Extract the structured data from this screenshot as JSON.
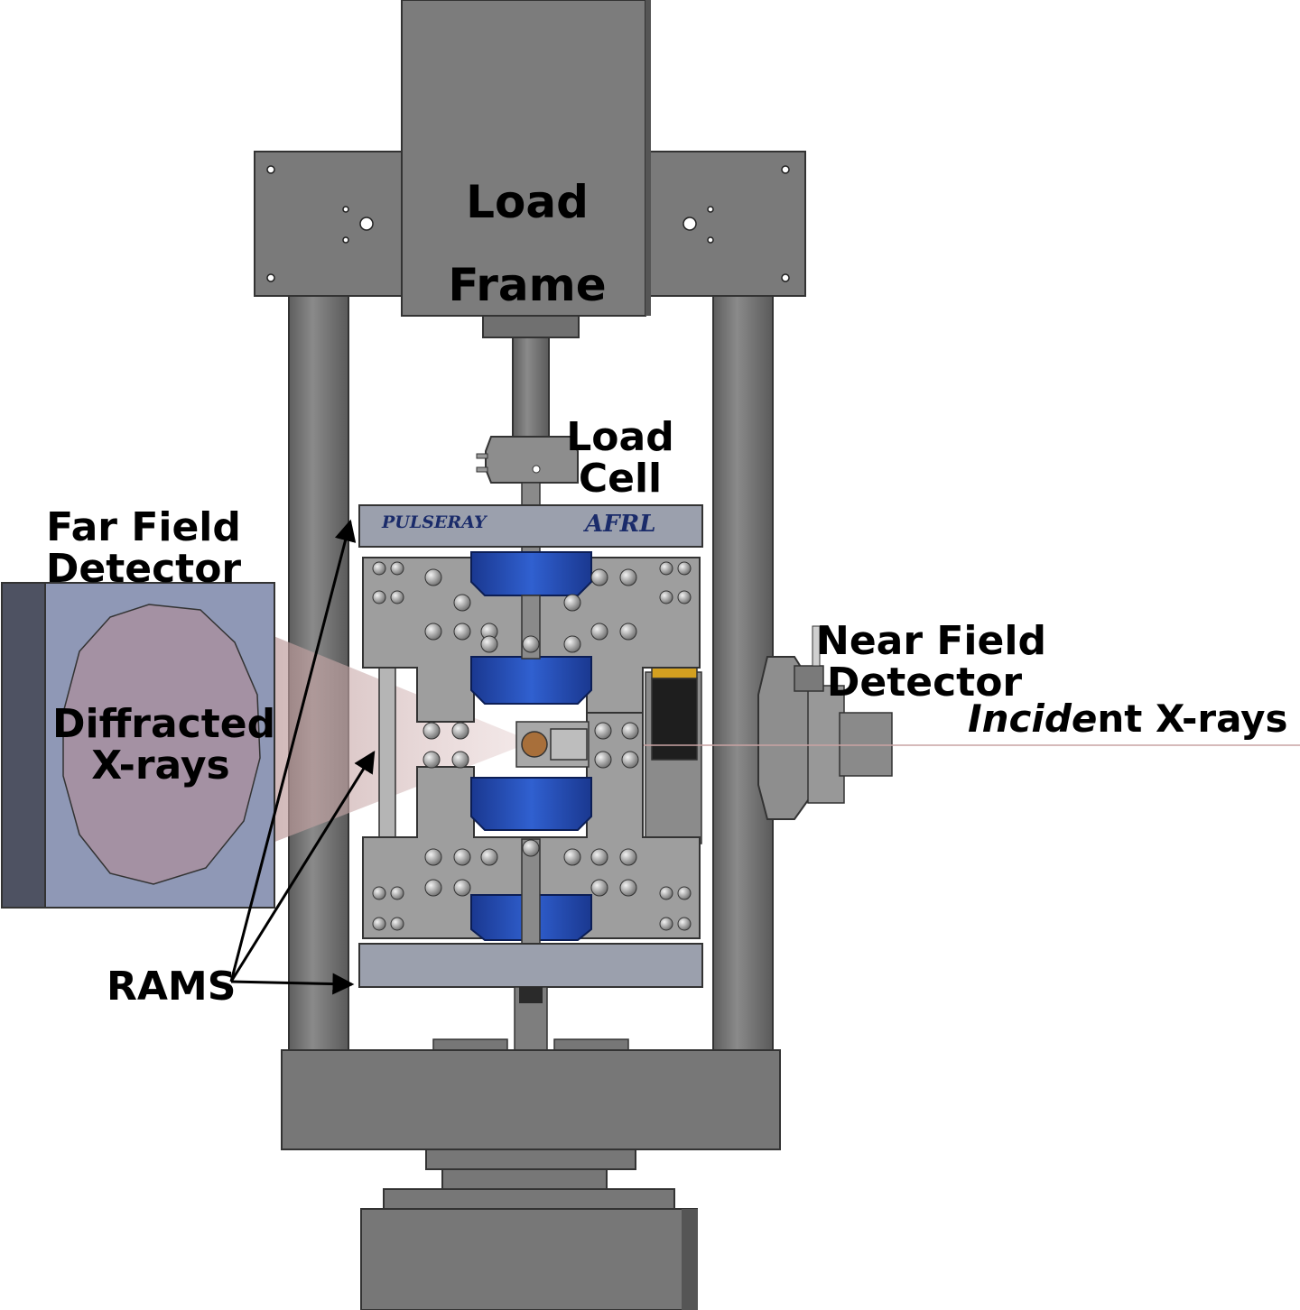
{
  "labels": {
    "load_frame_line1": "Load",
    "load_frame_line2": "Frame",
    "load_cell_line1": "Load",
    "load_cell_line2": "Cell",
    "far_field_line1": "Far Field",
    "far_field_line2": "Detector",
    "diffracted_line1": "Diffracted",
    "diffracted_line2": "X-rays",
    "near_field_line1": "Near Field",
    "near_field_line2": "Detector",
    "incident_italic": "Incid",
    "incident_italic_e": "e",
    "incident_italic_d": "n",
    "incident_rest": "t X-rays",
    "rams": "RAMS"
  },
  "logos": {
    "left": "PULSERAY",
    "right": "AFRL"
  },
  "colors": {
    "frame_gray": "#777777",
    "frame_dark": "#555555",
    "plate_gray": "#9a9a9a",
    "ram_blue": "#2b52b8",
    "detector_blue": "#8f98b6",
    "detector_edge": "#4e5262",
    "beam": "#c9a3a3",
    "motor_gold": "#d4a020"
  }
}
